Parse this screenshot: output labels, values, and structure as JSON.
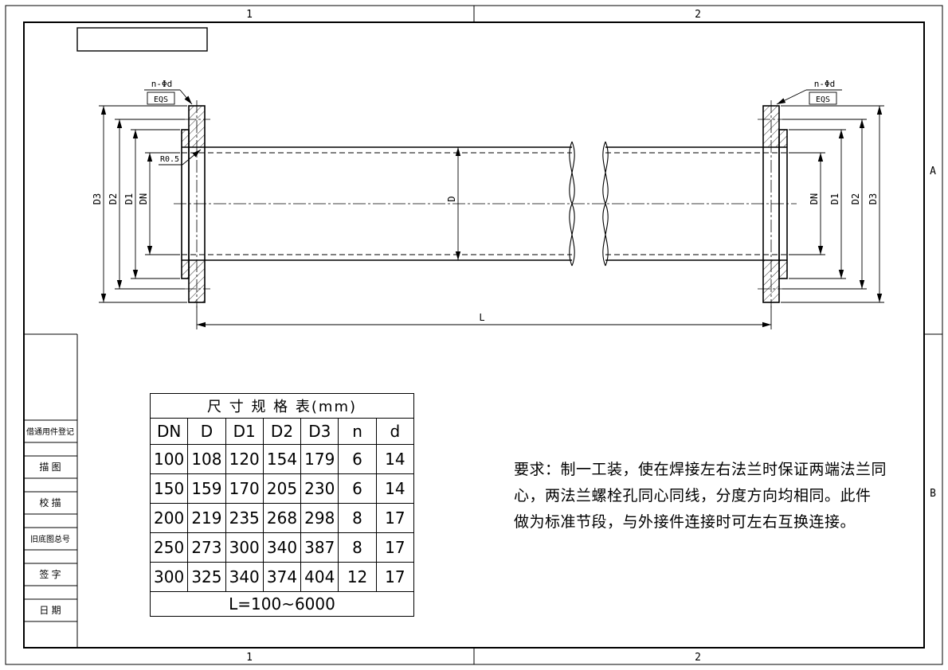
{
  "colors": {
    "line": "#000000",
    "background": "#ffffff"
  },
  "zones": {
    "top": [
      "1",
      "2"
    ],
    "bottom": [
      "1",
      "2"
    ],
    "right": [
      "A",
      "B"
    ]
  },
  "sidebar": {
    "items": [
      "借通用件登记",
      "描 图",
      "校 描",
      "旧底图总号",
      "签 字",
      "日 期"
    ]
  },
  "drawing": {
    "labels": {
      "left_dims": [
        "D3",
        "D2",
        "D1",
        "DN"
      ],
      "right_dims": [
        "DN",
        "D1",
        "D2",
        "D3"
      ],
      "mid_dim": "D",
      "length_dim": "L",
      "hole_note": "n-Φd",
      "eqs": "EQS",
      "radius_note": "R0.5"
    }
  },
  "table": {
    "title": "尺 寸 规 格 表(mm)",
    "headers": [
      "DN",
      "D",
      "D1",
      "D2",
      "D3",
      "n",
      "d"
    ],
    "rows": [
      [
        "100",
        "108",
        "120",
        "154",
        "179",
        "6",
        "14"
      ],
      [
        "150",
        "159",
        "170",
        "205",
        "230",
        "6",
        "14"
      ],
      [
        "200",
        "219",
        "235",
        "268",
        "298",
        "8",
        "17"
      ],
      [
        "250",
        "273",
        "300",
        "340",
        "387",
        "8",
        "17"
      ],
      [
        "300",
        "325",
        "340",
        "374",
        "404",
        "12",
        "17"
      ]
    ],
    "footer": "L=100~6000"
  },
  "requirements": {
    "lines": [
      "要求：制一工装，使在焊接左右法兰时保证两端法兰同",
      "心，两法兰螺栓孔同心同线，分度方向均相同。此件",
      "做为标准节段，与外接件连接时可左右互换连接。"
    ]
  }
}
